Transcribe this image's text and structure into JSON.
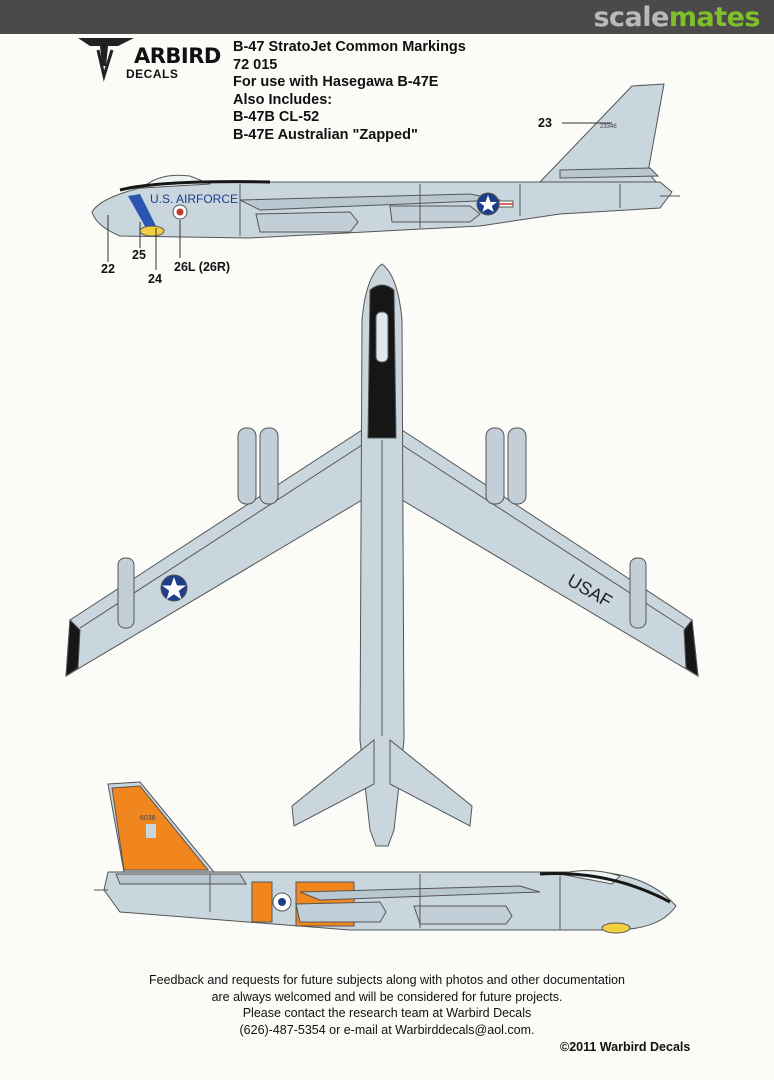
{
  "site": {
    "brand_part1": "scale",
    "brand_part2": "mates"
  },
  "logo": {
    "name": "ARBIRD",
    "sub": "DECALS"
  },
  "header": {
    "line1": "B-47 StratoJet Common Markings",
    "line2": "72 015",
    "line3": "For use with Hasegawa B-47E",
    "line4": "Also Includes:",
    "line5": "B-47B  CL-52",
    "line6": "B-47E Australian \"Zapped\""
  },
  "callouts": {
    "c23": "23",
    "c22": "22",
    "c25": "25",
    "c24": "24",
    "c26": "26L (26R)"
  },
  "markings": {
    "fuselage_text": "U.S. AIRFORCE",
    "wing_text": "USAF",
    "tail_serial_top": "23346",
    "tail_serial_bottom": "6038"
  },
  "footer": {
    "line1": "Feedback and requests for future subjects along with photos and other documentation",
    "line2": "are always welcomed and will be considered for future projects.",
    "line3": "Please contact the research team at Warbird Decals",
    "line4": "(626)-487-5354 or e-mail at Warbirddecals@aol.com.",
    "copyright": "©2011 Warbird Decals"
  },
  "colors": {
    "aircraft": "#c9d6de",
    "outline": "#555",
    "orange": "#f2861e",
    "black": "#161616",
    "blue": "#2a55b0",
    "red": "#c0392b"
  }
}
